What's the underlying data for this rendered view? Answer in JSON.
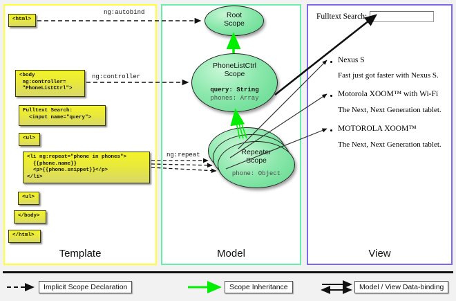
{
  "diagram": {
    "title": "AngularJS Template / Model / View scope diagram",
    "colors": {
      "template_border": "#ffff33",
      "model_border": "#66eeaa",
      "view_border": "#7b68ee",
      "code_box_fill": "#e9e93a",
      "scope_fill": "#8de8ad",
      "inheritance_arrow": "#00ee00",
      "declaration_arrow": "#111111"
    }
  },
  "panels": {
    "template": {
      "title": "Template",
      "boxes": [
        {
          "id": "html-open",
          "text": "<html>"
        },
        {
          "id": "body-open",
          "text": "<body\n ng:controller=\n \"PhoneListCtrl\">"
        },
        {
          "id": "search",
          "text": "Fulltext Search:\n  <input name=\"query\">"
        },
        {
          "id": "ul-open",
          "text": "<ul>"
        },
        {
          "id": "li-repeat",
          "text": "<li ng:repeat=\"phone in phones\">\n  {{phone.name}}\n  <p>{{phone.snippet}}</p>\n</li>"
        },
        {
          "id": "ul-close",
          "text": "<ul>"
        },
        {
          "id": "body-close",
          "text": "</body>"
        },
        {
          "id": "html-close",
          "text": "</html>"
        }
      ]
    },
    "model": {
      "title": "Model",
      "scopes": [
        {
          "id": "root-scope",
          "name_line1": "Root",
          "name_line2": "Scope",
          "props": []
        },
        {
          "id": "phonelist-scope",
          "name_line1": "PhoneListCtrl",
          "name_line2": "Scope",
          "props": [
            {
              "text": "query: String",
              "emphasis": "bold"
            },
            {
              "text": "phones: Array",
              "emphasis": "dim"
            }
          ]
        },
        {
          "id": "repeater-scope",
          "name_line1": "Repeater",
          "name_line2": "Scope",
          "props": [
            {
              "text": "phone: Object",
              "emphasis": "dim"
            }
          ]
        }
      ]
    },
    "view": {
      "title": "View",
      "search_label": "Fulltext Search:",
      "search_value": "",
      "items": [
        {
          "name": "Nexus S",
          "snippet": "Fast just got faster with Nexus S."
        },
        {
          "name": "Motorola XOOM™  with Wi-Fi",
          "snippet": "The Next, Next Generation tablet."
        },
        {
          "name": "MOTOROLA XOOM™",
          "snippet": "The Next, Next Generation tablet."
        }
      ]
    }
  },
  "edge_labels": [
    {
      "id": "ng-autobind",
      "text": "ng:autobind"
    },
    {
      "id": "ng-controller",
      "text": "ng:controller"
    },
    {
      "id": "ng-repeat",
      "text": "ng:repeat"
    }
  ],
  "legend": [
    {
      "id": "implicit-scope-declaration",
      "label": "Implicit Scope Declaration",
      "arrow": "dashed-black"
    },
    {
      "id": "scope-inheritance",
      "label": "Scope Inheritance",
      "arrow": "solid-green"
    },
    {
      "id": "model-view-data-binding",
      "label": "Model / View Data-binding",
      "arrow": "double-black"
    }
  ]
}
